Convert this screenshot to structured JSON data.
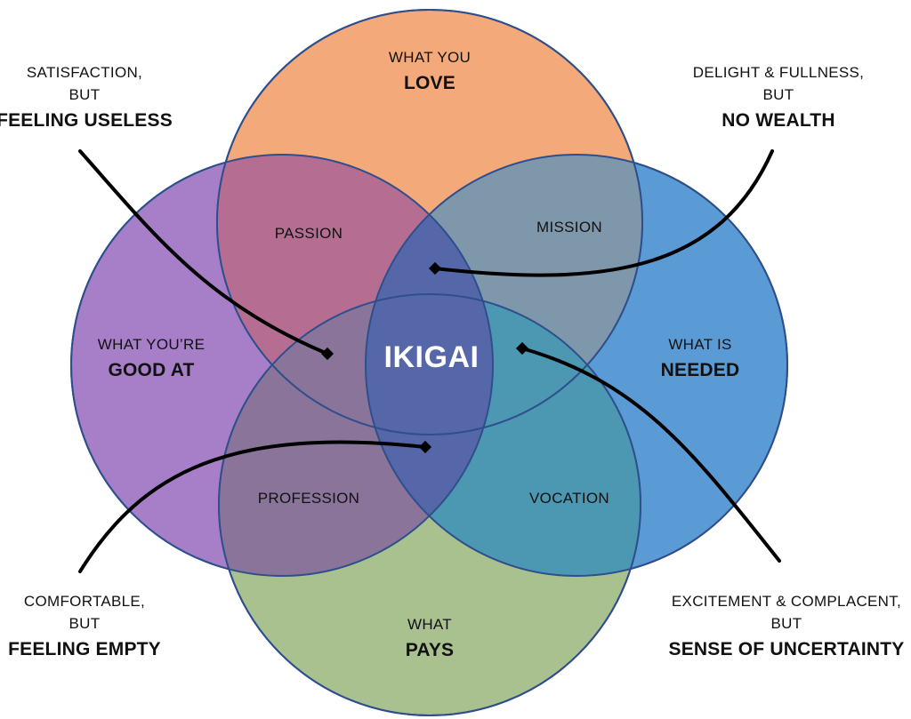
{
  "colors": {
    "love": "#f4a97a",
    "good_at": "#a77ec8",
    "needed": "#5b9bd5",
    "pays": "#a9c08f",
    "passion": "#b56e92",
    "mission": "#7e97ab",
    "profession": "#8a7499",
    "vocation": "#4c97b1",
    "center": "#5567a8",
    "outline": "#2e4f8c"
  },
  "circles": {
    "love": {
      "line1": "WHAT YOU",
      "line2": "LOVE"
    },
    "good_at": {
      "line1": "WHAT YOU’RE",
      "line2": "GOOD AT"
    },
    "needed": {
      "line1": "WHAT IS",
      "line2": "NEEDED"
    },
    "pays": {
      "line1": "WHAT",
      "line2": "PAYS"
    }
  },
  "overlaps": {
    "passion": "PASSION",
    "mission": "MISSION",
    "profession": "PROFESSION",
    "vocation": "VOCATION"
  },
  "center_label": "IKIGAI",
  "callouts": {
    "top_left": {
      "line1": "SATISFACTION,",
      "line2": "BUT",
      "line3": "FEELING USELESS"
    },
    "top_right": {
      "line1": "DELIGHT & FULLNESS,",
      "line2": "BUT",
      "line3": "NO WEALTH"
    },
    "bottom_left": {
      "line1": "COMFORTABLE,",
      "line2": "BUT",
      "line3": "FEELING EMPTY"
    },
    "bottom_right": {
      "line1": "EXCITEMENT & COMPLACENT,",
      "line2": "BUT",
      "line3": "SENSE OF UNCERTAINTY"
    }
  }
}
